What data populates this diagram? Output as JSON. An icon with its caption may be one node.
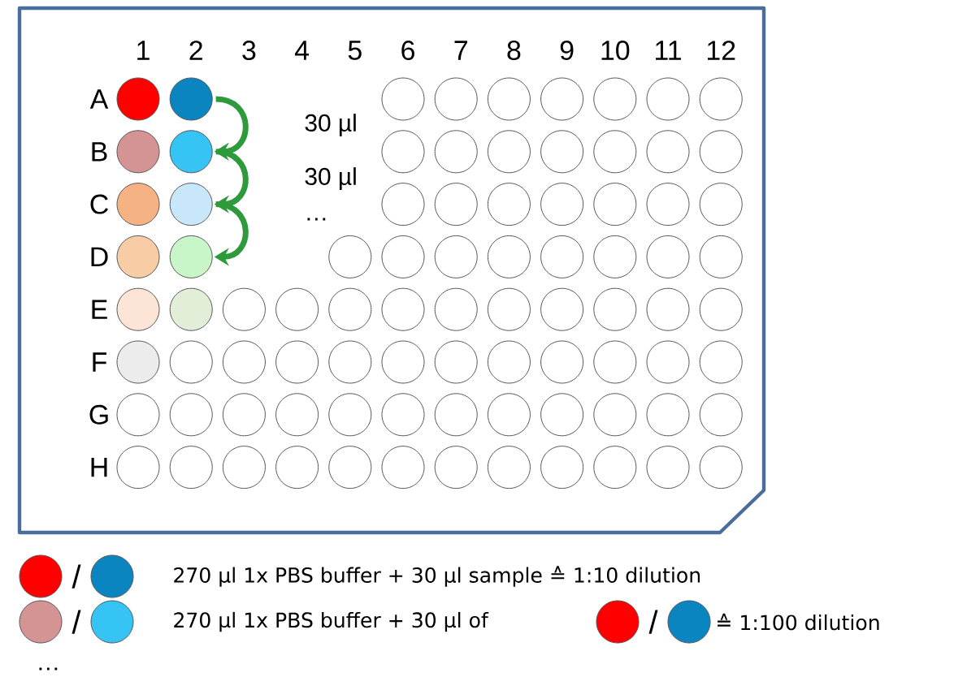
{
  "diagram": {
    "nodes": [
      {
        "text": [],
        "shape": "circle"
      },
      {
        "text": [],
        "shape": "circle"
      },
      {
        "text": [],
        "shape": "circle"
      },
      {
        "text": [],
        "shape": "circle"
      }
    ],
    "edges": [
      {
        "from": 0,
        "to": 1,
        "arrow": "to"
      },
      {
        "from": 1,
        "to": 2,
        "arrow": "to"
      },
      {
        "from": 2,
        "to": 3,
        "arrow": "to"
      }
    ],
    "labels": [
      "1",
      "2",
      "3",
      "4",
      "5",
      "6",
      "7",
      "8",
      "9",
      "10",
      "11",
      "12",
      "A",
      "B",
      "C",
      "D",
      "E",
      "F",
      "G",
      "H",
      "30 µl",
      "30 µl",
      "…",
      "/",
      "270 µl 1x PBS buffer + 30 µl sample ≙ 1:10 dilution",
      "/",
      "270 µl 1x PBS buffer + 30 µl of",
      "/",
      "≙ 1:100 dilution",
      "…"
    ]
  }
}
